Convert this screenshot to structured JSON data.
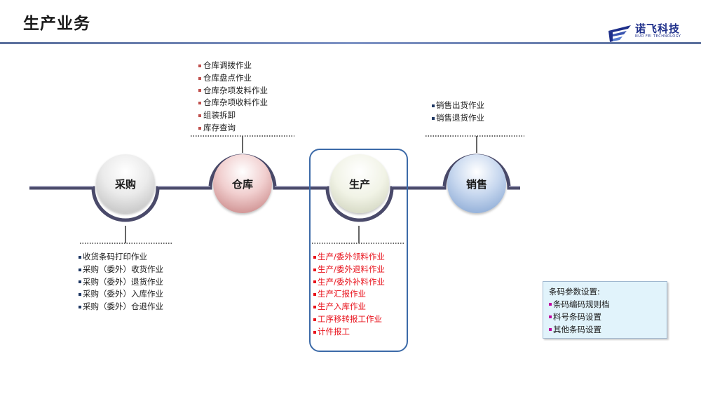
{
  "page": {
    "title": "生产业务"
  },
  "logo": {
    "name_cn": "诺飞科技",
    "name_en": "NUO FEI TECHNOLOGY"
  },
  "nodes": {
    "purchase": "采购",
    "warehouse": "仓库",
    "production": "生产",
    "sales": "销售"
  },
  "warehouse_ops": [
    "仓库调拨作业",
    "仓库盘点作业",
    "仓库杂项发料作业",
    "仓库杂项收料作业",
    "组装拆卸",
    "库存查询"
  ],
  "sales_ops": [
    "销售出货作业",
    "销售退货作业"
  ],
  "purchase_ops": [
    "收货条码打印作业",
    "采购（委外）收货作业",
    "采购（委外）退货作业",
    "采购（委外）入库作业",
    "采购（委外）仓退作业"
  ],
  "production_ops": [
    "生产/委外领料作业",
    "生产/委外退料作业",
    "生产/委外补料作业",
    "生产汇报作业",
    "生产入库作业",
    "工序移转报工作业",
    "计件报工"
  ],
  "barcode_settings": {
    "heading": "条码参数设置:",
    "items": [
      "条码编码规则档",
      "料号条码设置",
      "其他条码设置"
    ]
  },
  "colors": {
    "flow_line": "#4a4a6a",
    "header_rule": "#5a6f9c",
    "warehouse_bullet": "#c0504d",
    "production_text": "#e8101a",
    "barcode_bullet": "#c000a0",
    "production_box": "#3c6aa8"
  },
  "icons": {
    "logo": "nuofei-wing-logo-icon"
  }
}
